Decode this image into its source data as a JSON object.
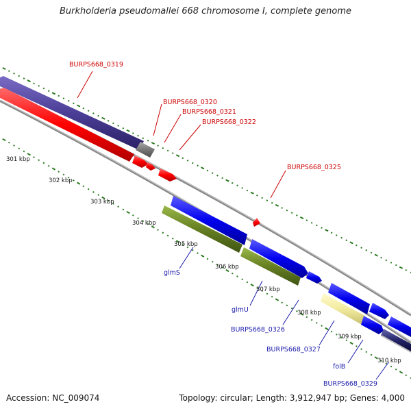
{
  "title": "Burkholderia pseudomallei 668 chromosome I, complete genome",
  "footer": {
    "accession": "Accession: NC_009074",
    "summary": "Topology: circular; Length: 3,912,947 bp; Genes: 4,000"
  },
  "colors": {
    "purple": "#4b3e96",
    "red": "#ff0000",
    "gray": "#777777",
    "blue": "#0000ee",
    "olive": "#667f22",
    "pale_yellow": "#f2eb9e",
    "tick_green": "#2a7a1f",
    "label_red": "#cc0000",
    "label_blue": "#1a1aaa"
  },
  "kbp_labels": [
    "301 kbp",
    "302 kbp",
    "303 kbp",
    "304 kbp",
    "305 kbp",
    "306 kbp",
    "307 kbp",
    "308 kbp",
    "309 kbp",
    "310 kbp"
  ],
  "upper_labels": [
    "BURPS668_0319",
    "BURPS668_0320",
    "BURPS668_0321",
    "BURPS668_0322",
    "BURPS668_0325"
  ],
  "lower_labels": [
    "glmS",
    "glmU",
    "BURPS668_0326",
    "BURPS668_0327",
    "folB",
    "BURPS668_0329"
  ]
}
